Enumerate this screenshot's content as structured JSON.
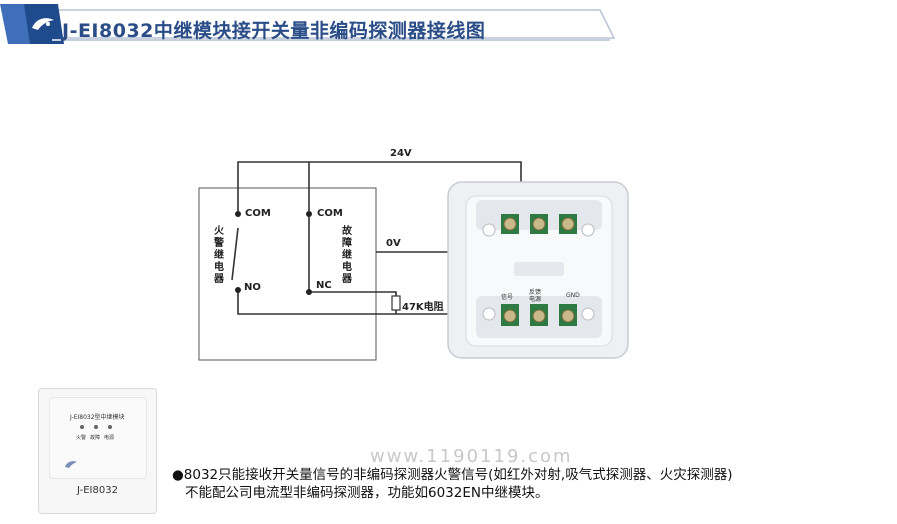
{
  "header": {
    "title": "J-EI8032中继模块接开关量非编码探测器接线图"
  },
  "diagram": {
    "voltage_label": "24V",
    "zero_label": "0V",
    "fire_relay": {
      "name_chars": [
        "火",
        "警",
        "继",
        "电",
        "器"
      ],
      "com": "COM",
      "no": "NO"
    },
    "fault_relay": {
      "name_chars": [
        "故",
        "障",
        "继",
        "电",
        "器"
      ],
      "com": "COM",
      "nc": "NC"
    },
    "resistor_label": "47K电阻",
    "terminals": {
      "signal": "信号",
      "feedback": "反馈\n电源",
      "gnd": "GND"
    }
  },
  "product": {
    "caption": "J-EI8032",
    "module_label": "J-EI8032型中继模块",
    "led_labels": [
      "火警",
      "故障",
      "电源"
    ]
  },
  "watermark": "www.1190119.com",
  "notes": {
    "line1": "●8032只能接收开关量信号的非编码探测器火警信号(如红外对射,吸气式探测器、火灾探测器)",
    "line2": "不能配公司电流型非编码探测器，功能如6032EN中继模块。"
  },
  "colors": {
    "title": "#2a4d88",
    "banner_accent": "#1f4a8c",
    "wire": "#333333",
    "terminal_green": "#2f7a43"
  }
}
